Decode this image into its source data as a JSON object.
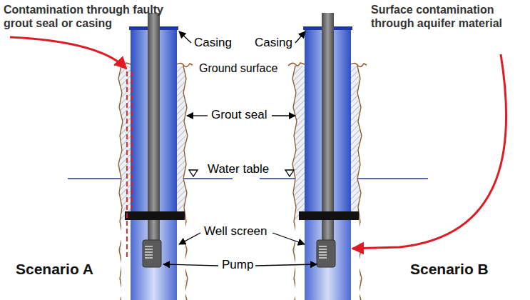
{
  "diagram": {
    "labels": [
      "Contamination through faulty grout seal or casing",
      "Casing",
      "Casing",
      "Surface contamination through aquifer material",
      "Ground surface",
      "Grout seal",
      "Water table",
      "Well screen",
      "Pump",
      "Scenario A",
      "Scenario B"
    ]
  }
}
